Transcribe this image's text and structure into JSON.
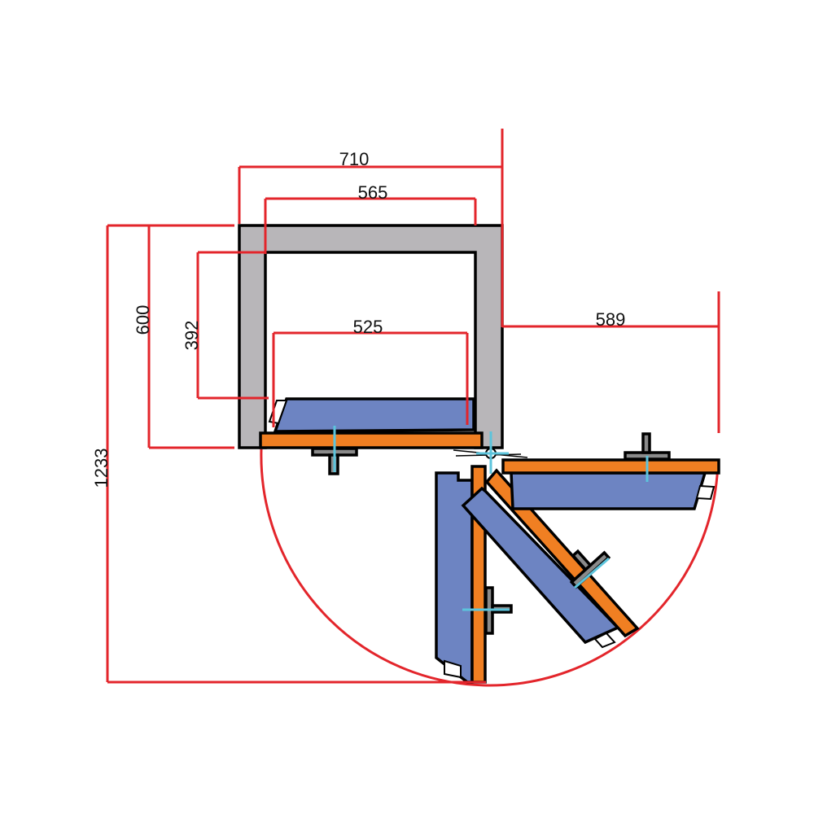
{
  "title": "Cabinet door swing clearance diagram",
  "colors": {
    "dimension": "#e3252b",
    "cabinet": "#b8b6b9",
    "door": "#f07f22",
    "drawer": "#6d84c2",
    "handle": "#8a8a8a",
    "axis": "#5cc4dc"
  },
  "dimensions": {
    "overall_width": "710",
    "inner_width": "565",
    "drawer_width": "525",
    "depth": "600",
    "inner_height": "392",
    "swing_depth": "1233",
    "swing_side": "589"
  }
}
